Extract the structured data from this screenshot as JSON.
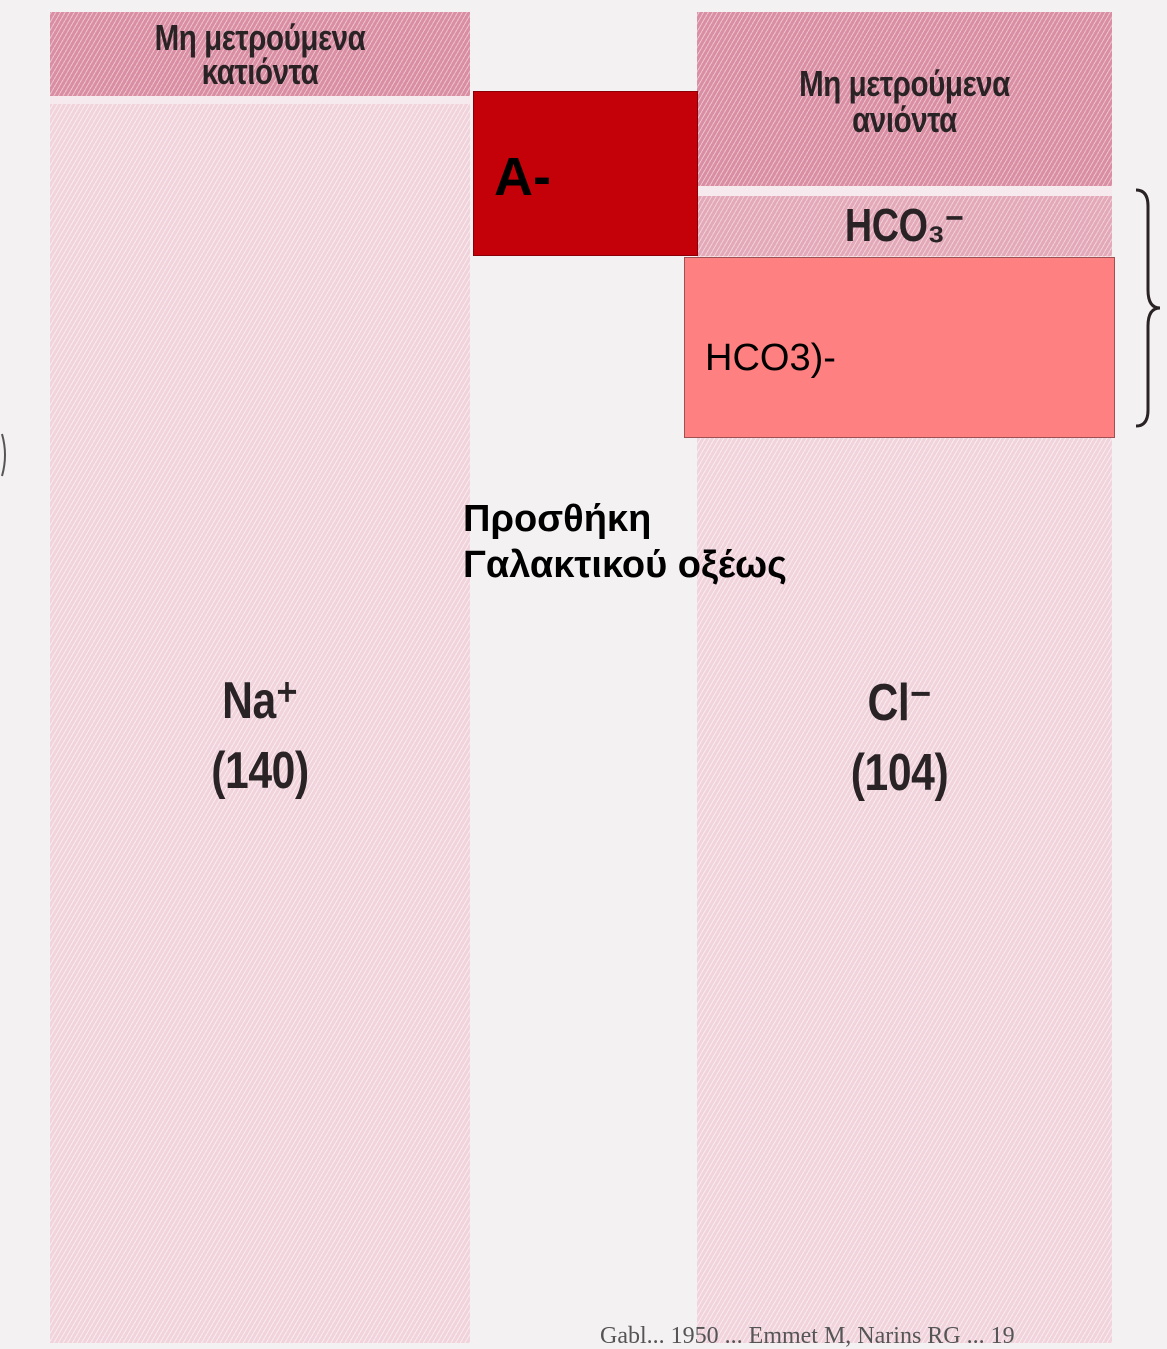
{
  "left_column": {
    "header_line1": "Μη μετρούμενα",
    "header_line2": "κατιόντα",
    "main_ion": "Na⁺",
    "main_value": "(140)"
  },
  "right_column": {
    "header_line1": "Μη μετρούμενα",
    "header_line2": "ανιόντα",
    "hco3_label": "HCO₃⁻",
    "main_ion": "Cl⁻",
    "main_value": "(104)"
  },
  "overlay": {
    "a_box_label": "A-",
    "hco3_box_label": "HCO3)-",
    "caption_line1": "Προσθήκη",
    "caption_line2": "Γαλακτικού οξέως"
  },
  "colors": {
    "a_box": "#c40009",
    "hco3_box": "#ff8080",
    "column_light": "#f1d3dc",
    "column_dark": "#d98ea3"
  },
  "footer": {
    "citation_fragment": "Gabl... 1950 ... Emmet M, Narins RG ... 19"
  }
}
